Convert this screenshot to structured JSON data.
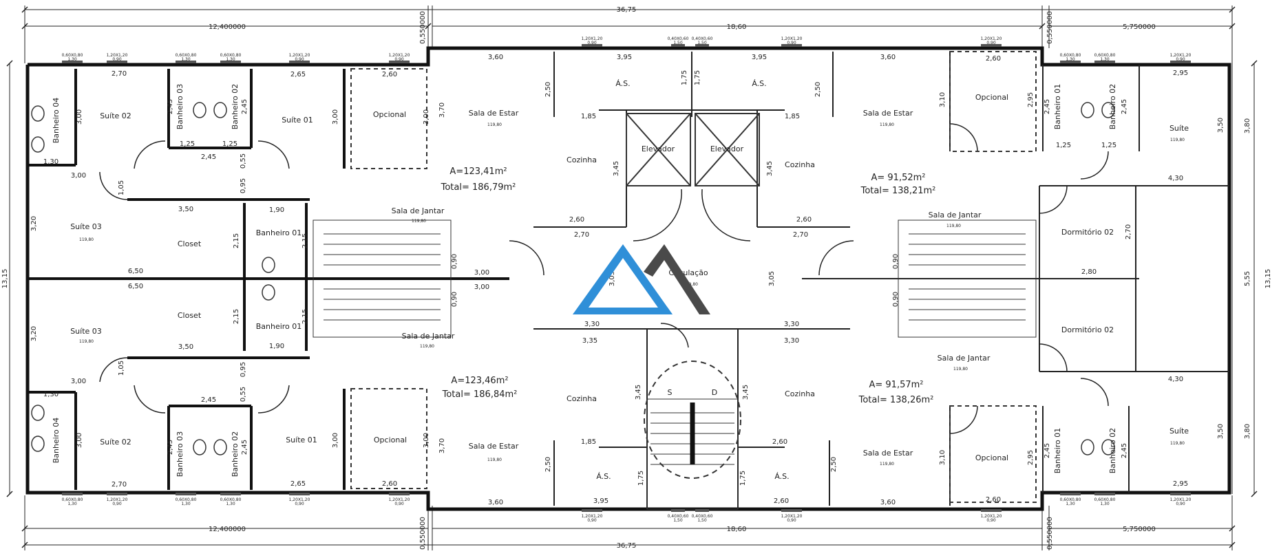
{
  "overall": {
    "width_total": "36,75",
    "center_width": "18,60",
    "left_width": "12,400000",
    "right_width": "5,750000",
    "gap": "0,550000",
    "height_total": "13,15",
    "right_h1": "3,80",
    "right_h2": "5,55",
    "right_h3": "3,80"
  },
  "units": {
    "top_left": {
      "area": "A=123,41m²",
      "total": "Total= 186,79m²"
    },
    "bottom_left": {
      "area": "A=123,46m²",
      "total": "Total= 186,84m²"
    },
    "top_right": {
      "area": "A= 91,52m²",
      "total": "Total= 138,21m²"
    },
    "bottom_right": {
      "area": "A= 91,57m²",
      "total": "Total= 138,26m²"
    }
  },
  "rooms": {
    "suite01": "Suíte 01",
    "suite02": "Suíte 02",
    "suite03": "Suíte 03",
    "suite": "Suíte",
    "banheiro01": "Banheiro 01",
    "banheiro02": "Banheiro 02",
    "banheiro03": "Banheiro 03",
    "banheiro04": "Banheiro 04",
    "closet": "Closet",
    "opcional": "Opcional",
    "sala_estar": "Sala de Estar",
    "sala_jantar": "Sala de Jantar",
    "cozinha": "Cozinha",
    "as": "Á.S.",
    "elevador": "Elevador",
    "circulacao": "Circulação",
    "dormitorio02": "Dormitório 02",
    "stair_s": "S",
    "stair_d": "D",
    "level": "119,80"
  },
  "dims": {
    "d_3_60": "3,60",
    "d_3_95": "3,95",
    "d_2_60": "2,60",
    "d_2_70": "2,70",
    "d_2_65": "2,65",
    "d_2_50": "2,50",
    "d_1_75": "1,75",
    "d_1_85": "1,85",
    "d_3_45": "3,45",
    "d_3_70": "3,70",
    "d_3_00": "3,00",
    "d_1_30": "1,30",
    "d_2_45": "2,45",
    "d_1_25": "1,25",
    "d_0_55": "0,55",
    "d_0_95": "0,95",
    "d_1_05": "1,05",
    "d_3_50": "3,50",
    "d_3_20": "3,20",
    "d_6_50": "6,50",
    "d_1_90": "1,90",
    "d_2_15": "2,15",
    "d_0_90": "0,90",
    "d_3_30": "3,30",
    "d_3_35": "3,35",
    "d_3_05": "3,05",
    "d_3_10": "3,10",
    "d_2_95": "2,95",
    "d_3_80": "3,80",
    "d_4_30": "4,30",
    "d_2_80": "2,80"
  },
  "windows": {
    "w060": "0,60X0,80",
    "w060b": "1,30",
    "w120": "1,20X1,20",
    "w120b": "0,90",
    "w040": "0,40X0,60",
    "w040b": "1,50"
  },
  "colors": {
    "logo_blue": "#2f8fd8",
    "logo_gray": "#4a4a4a",
    "wall": "#111111"
  }
}
